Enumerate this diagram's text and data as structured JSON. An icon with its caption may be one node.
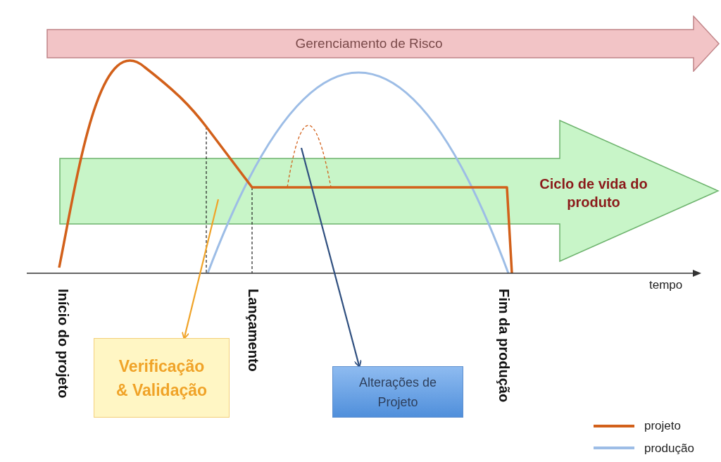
{
  "diagram": {
    "nodes": [
      {
        "text": [
          "Gerenciamento de Risco"
        ]
      },
      {
        "text": [
          "Ciclo de vida do produto"
        ]
      },
      {
        "text": [
          "Verificação & Validação"
        ]
      },
      {
        "text": [
          "Alterações de Projeto"
        ]
      }
    ],
    "edges": [
      {
        "from": 1,
        "to": 2,
        "arrow": "to",
        "color": "#f0a328"
      },
      {
        "from": null,
        "to": 3,
        "arrow": "to",
        "color": "#2f4f7f"
      }
    ],
    "labels": [
      "tempo",
      "Início do projeto",
      "Lançamento",
      "Fim da produção"
    ],
    "legend": [
      {
        "text": "projeto",
        "color": "#d2601a"
      },
      {
        "text": "produção",
        "color": "#9dbde6"
      }
    ]
  }
}
